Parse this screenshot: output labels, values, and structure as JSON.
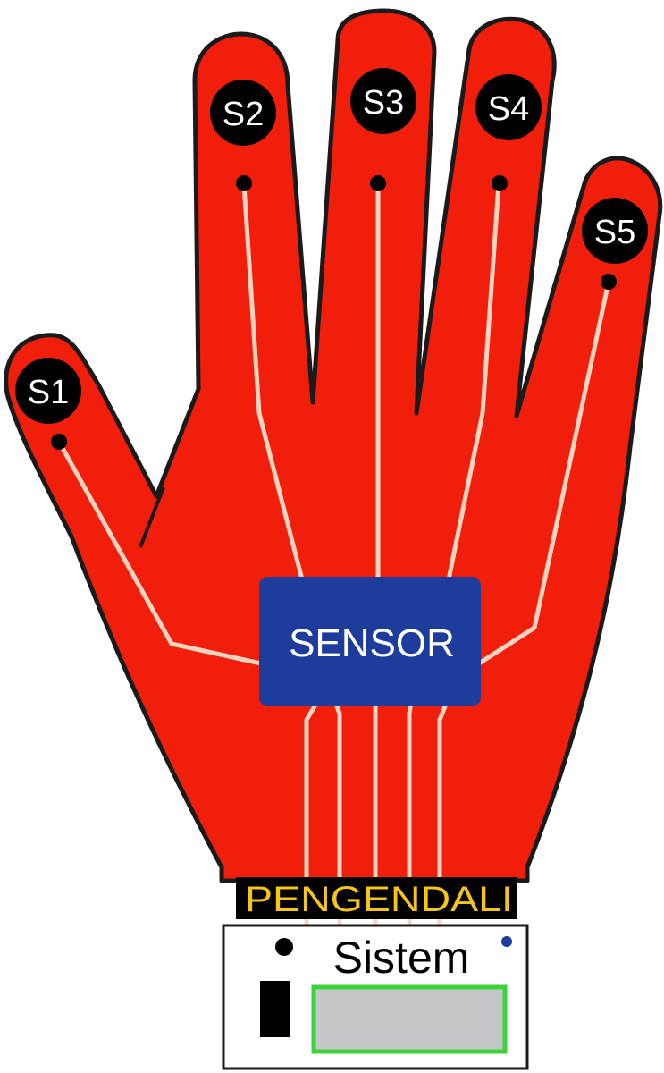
{
  "sensors": [
    "S1",
    "S2",
    "S3",
    "S4",
    "S5"
  ],
  "sensor_box": {
    "label": "SENSOR"
  },
  "wrist_banner": {
    "label": "PENGENDALI"
  },
  "control_unit": {
    "label": "Sistem"
  },
  "colors": {
    "glove": "#f01e0a",
    "outline": "#1a1a1a",
    "wire": "#f7d4bf",
    "sensor_box": "#1e3c9c",
    "screen_fill": "#c3c7c9",
    "screen_border": "#3cd23a",
    "indicator_dot": "#1e3c9c",
    "banner_text": "#f5c518"
  }
}
